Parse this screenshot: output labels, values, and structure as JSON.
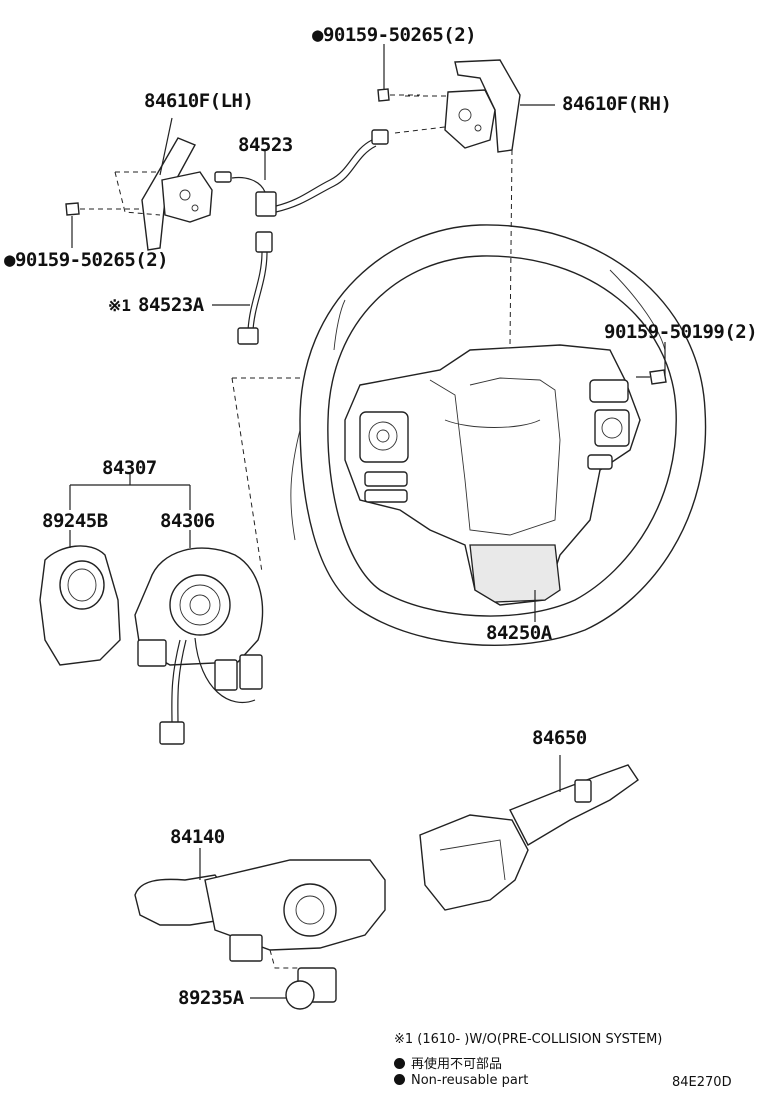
{
  "parts": {
    "bolt_rh": "●90159-50265(2)",
    "paddle_lh": "84610F(LH)",
    "paddle_rh": "84610F(RH)",
    "harness": "84523",
    "bolt_lh": "●90159-50265(2)",
    "harness_a_mark": "※1",
    "harness_a": "84523A",
    "bolt_wheel": "90159-50199(2)",
    "clock_assy": "84307",
    "clock_cover": "89245B",
    "spiral_cable": "84306",
    "wheel": "84250A",
    "wiper_switch": "84650",
    "turn_switch": "84140",
    "sensor": "89235A"
  },
  "notes": {
    "line1": "※1 (1610-      )W/O(PRE-COLLISION SYSTEM)",
    "line2": "再使用不可部品",
    "line3": "Non-reusable part",
    "code": "84E270D"
  }
}
